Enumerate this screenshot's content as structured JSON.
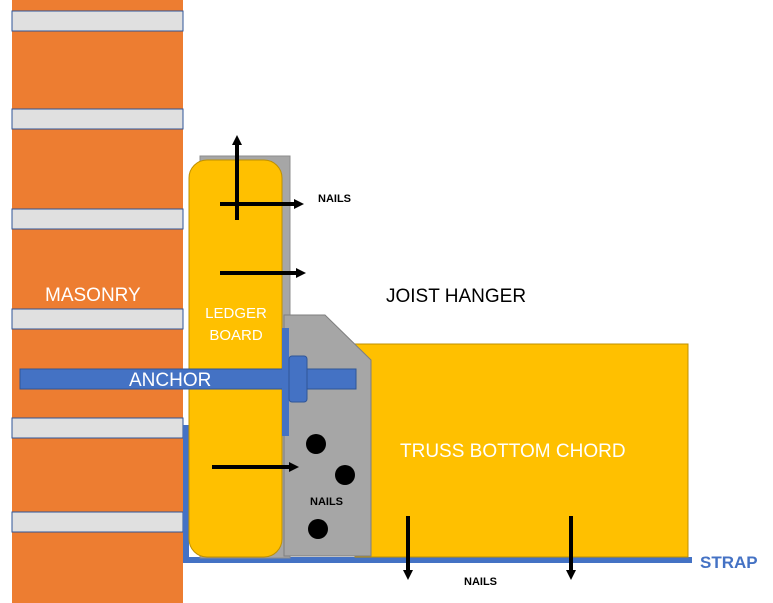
{
  "labels": {
    "masonry": "MASONRY",
    "ledger_line1": "LEDGER",
    "ledger_line2": "BOARD",
    "anchor": "ANCHOR",
    "joist_hanger": "JOIST HANGER",
    "truss": "TRUSS BOTTOM CHORD",
    "nails_top": "NAILS",
    "nails_middle": "NAILS",
    "nails_bottom": "NAILS",
    "strap": "STRAP"
  },
  "colors": {
    "brick": "#ED7D31",
    "mortar": "#E0E0E0",
    "mortar_edge": "#2F5597",
    "ledger": "#FFC000",
    "hanger": "#A6A6A6",
    "anchor_strap": "#4472C4",
    "arrow": "#000000",
    "text_light": "#FFFFFF",
    "text_dark": "#000000",
    "strap_label": "#4472C4"
  }
}
